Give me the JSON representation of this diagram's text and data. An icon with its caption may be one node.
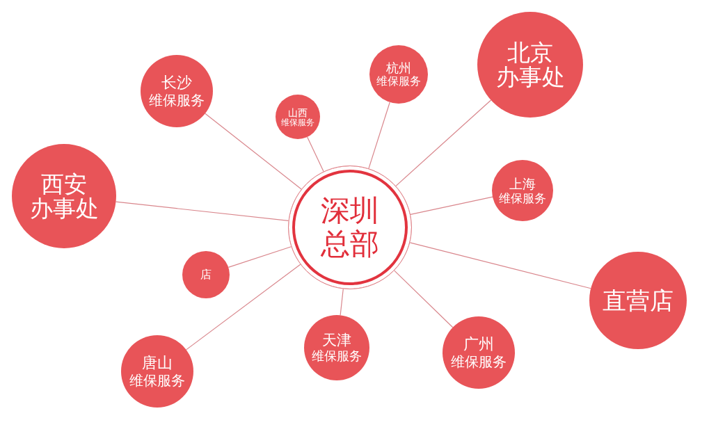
{
  "diagram": {
    "nodes": [
      {
        "text": [
          "深圳",
          "总部"
        ]
      },
      {
        "text": [
          "北京",
          "办事处"
        ]
      },
      {
        "text": [
          "杭州",
          "维保服务"
        ]
      },
      {
        "text": [
          "长沙",
          "维保服务"
        ]
      },
      {
        "text": [
          "山西",
          "维保服务"
        ]
      },
      {
        "text": [
          "上海",
          "维保服务"
        ]
      },
      {
        "text": [
          "西安",
          "办事处"
        ]
      },
      {
        "text": [
          "店"
        ]
      },
      {
        "text": [
          "直营店"
        ]
      },
      {
        "text": [
          "天津",
          "维保服务"
        ]
      },
      {
        "text": [
          "广州",
          "维保服务"
        ]
      },
      {
        "text": [
          "唐山",
          "维保服务"
        ]
      }
    ],
    "edges": [
      {
        "from": 0,
        "to": 1,
        "arrow": "none"
      },
      {
        "from": 0,
        "to": 2,
        "arrow": "none"
      },
      {
        "from": 0,
        "to": 3,
        "arrow": "none"
      },
      {
        "from": 0,
        "to": 4,
        "arrow": "none"
      },
      {
        "from": 0,
        "to": 5,
        "arrow": "none"
      },
      {
        "from": 0,
        "to": 6,
        "arrow": "none"
      },
      {
        "from": 0,
        "to": 7,
        "arrow": "none"
      },
      {
        "from": 0,
        "to": 8,
        "arrow": "none"
      },
      {
        "from": 0,
        "to": 9,
        "arrow": "none"
      },
      {
        "from": 0,
        "to": 10,
        "arrow": "none"
      },
      {
        "from": 0,
        "to": 11,
        "arrow": "none"
      }
    ]
  }
}
